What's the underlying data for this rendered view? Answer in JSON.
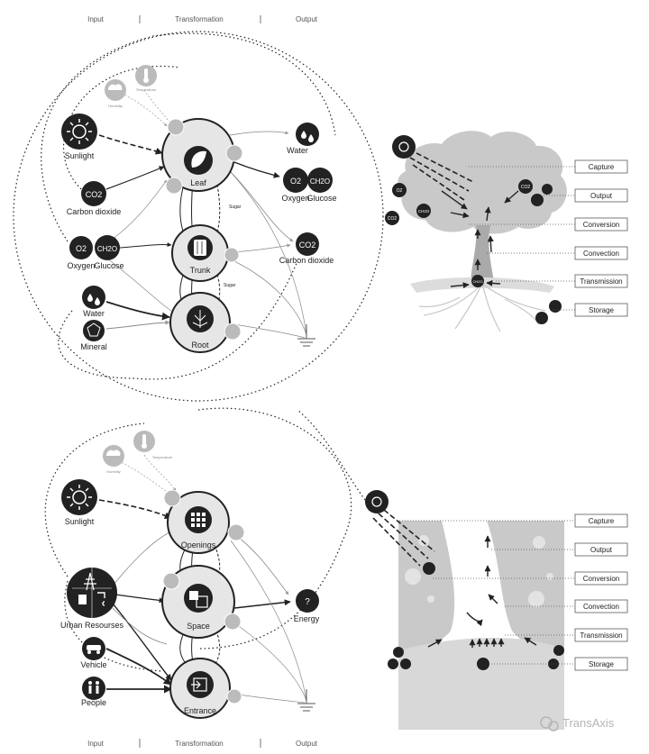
{
  "headers": {
    "top": [
      "Input",
      "Transformation",
      "Output"
    ],
    "bottom": [
      "Input",
      "Transformation",
      "Output"
    ]
  },
  "tree": {
    "inputs": {
      "sunlight": "Sunlight",
      "co2": "CO2",
      "carbon_dioxide": "Carbon dioxide",
      "o2": "O2",
      "ch2o": "CH2O",
      "oxygen": "Oxygen",
      "glucose": "Glucose",
      "water": "Water",
      "mineral": "Mineral",
      "humidity": "Humidity",
      "temperature": "Temperature"
    },
    "nodes": {
      "leaf": "Leaf",
      "trunk": "Trunk",
      "root": "Root",
      "sugar_1": "Sugar",
      "sugar_2": "Sugar"
    },
    "outputs": {
      "water": "Water",
      "o2": "O2",
      "ch2o": "CH2O",
      "oxygen": "Oxygen",
      "glucose": "Glucose",
      "co2": "CO2",
      "carbon_dioxide": "Carbon dioxide"
    },
    "illustration": {
      "o2": "O2",
      "co2": "CO2",
      "ch2o": "CH2O",
      "co2_right": "CO2",
      "ch2o_trunk": "CH2O"
    }
  },
  "building": {
    "inputs": {
      "sunlight": "Sunlight",
      "urban_resources": "Urban Resourses",
      "vehicle": "Vehicle",
      "people": "People",
      "humidity": "Humidity",
      "temperature": "Temperature"
    },
    "nodes": {
      "openings": "Openings",
      "space": "Space",
      "entrance": "Entrance"
    },
    "outputs": {
      "energy": "Energy",
      "energy_symbol": "?"
    }
  },
  "stages_top": [
    "Capture",
    "Output",
    "Conversion",
    "Convection",
    "Transmission",
    "Storage"
  ],
  "stages_bottom": [
    "Capture",
    "Output",
    "Conversion",
    "Convection",
    "Transmission",
    "Storage"
  ],
  "watermark": "TransAxis"
}
